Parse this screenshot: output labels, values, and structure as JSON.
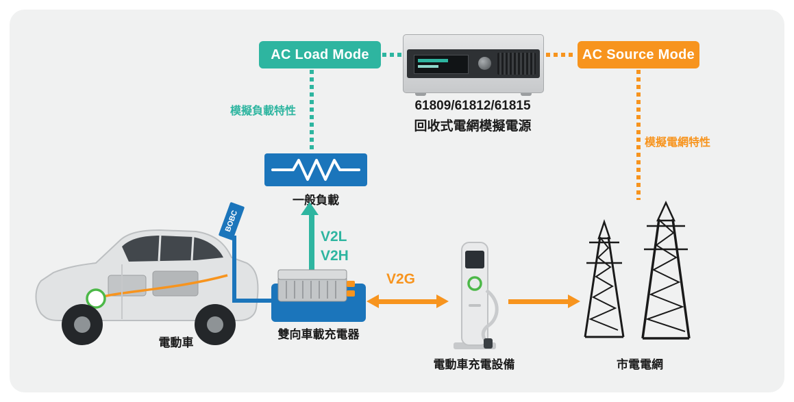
{
  "colors": {
    "teal": "#2EB5A0",
    "orange": "#F7941E",
    "blue": "#1B75BB",
    "panel_bg": "#F0F1F1",
    "text": "#1A1A1A"
  },
  "modes": {
    "ac_load": {
      "label": "AC Load Mode"
    },
    "ac_source": {
      "label": "AC Source Mode"
    }
  },
  "instrument": {
    "models": "61809/61812/61815",
    "name": "回收式電網模擬電源"
  },
  "annotations": {
    "load": "模擬負載特性",
    "grid": "模擬電網特性"
  },
  "components": {
    "general_load": {
      "label": "一般負載"
    },
    "ev": {
      "label": "電動車",
      "tag": "BOBC"
    },
    "obc": {
      "label": "雙向車載充電器"
    },
    "evse": {
      "label": "電動車充電設備"
    },
    "utility_grid": {
      "label": "市電電網"
    }
  },
  "flows": {
    "v2l": "V2L",
    "v2h": "V2H",
    "v2g": "V2G"
  }
}
